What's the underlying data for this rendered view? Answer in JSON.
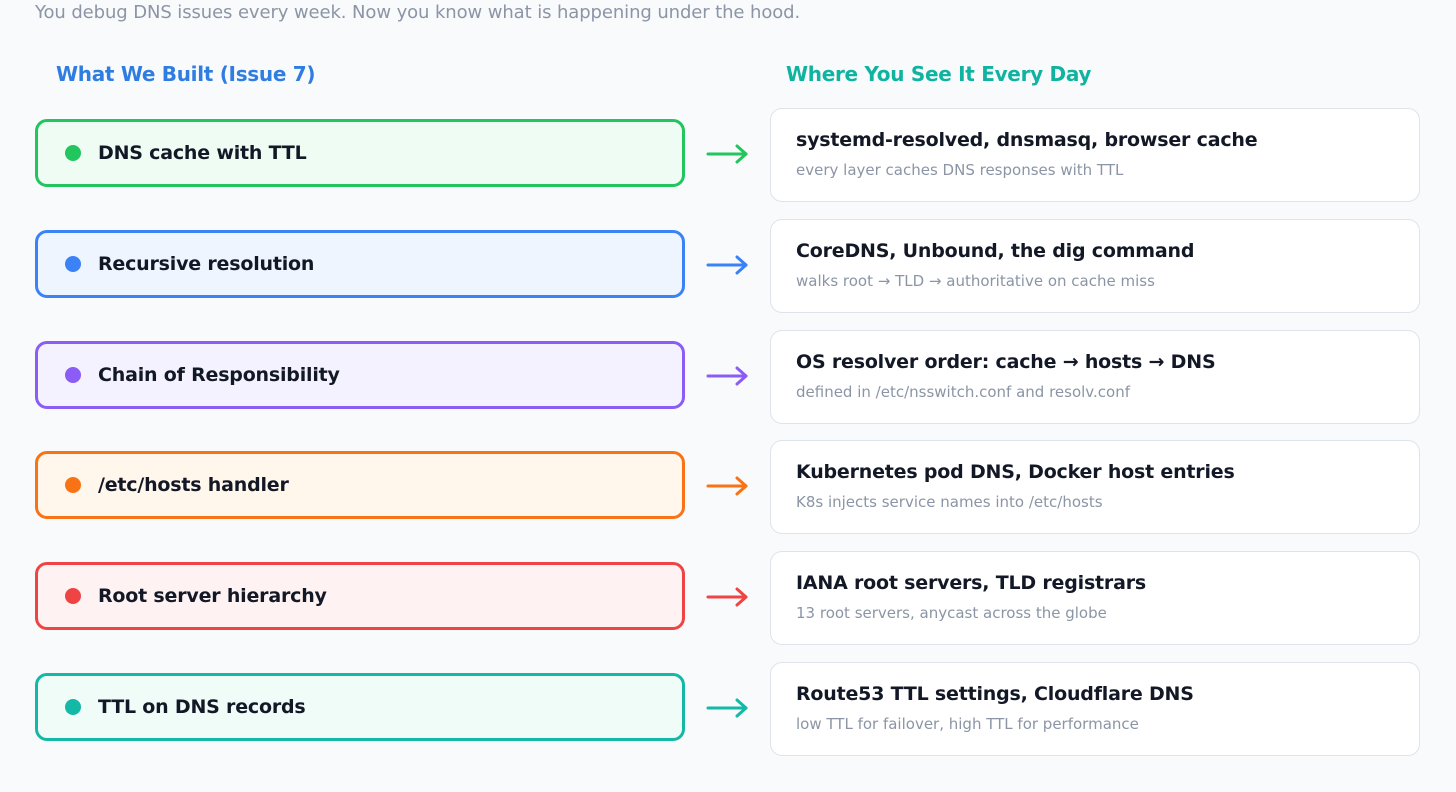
{
  "subtitle": "You debug DNS issues every week. Now you know what is happening under the hood.",
  "left_heading": "What We Built (Issue 7)",
  "right_heading": "Where You See It Every Day",
  "colors": {
    "left_heading": "#2f7de1",
    "right_heading": "#10b3a0"
  },
  "rows": [
    {
      "concept": "DNS cache with TTL",
      "color": "#22c55e",
      "fill": "#eefcf3",
      "usage_title": "systemd-resolved, dnsmasq, browser cache",
      "usage_desc": "every layer caches DNS responses with TTL"
    },
    {
      "concept": "Recursive resolution",
      "color": "#3b82f6",
      "fill": "#eef5ff",
      "usage_title": "CoreDNS, Unbound, the dig command",
      "usage_desc": "walks root → TLD → authoritative on cache miss"
    },
    {
      "concept": "Chain of Responsibility",
      "color": "#8b5cf6",
      "fill": "#f4f2fe",
      "usage_title": "OS resolver order: cache → hosts → DNS",
      "usage_desc": "defined in /etc/nsswitch.conf and resolv.conf"
    },
    {
      "concept": "/etc/hosts handler",
      "color": "#f97316",
      "fill": "#fff6ec",
      "usage_title": "Kubernetes pod DNS, Docker host entries",
      "usage_desc": "K8s injects service names into /etc/hosts"
    },
    {
      "concept": "Root server hierarchy",
      "color": "#ef4444",
      "fill": "#fef2f2",
      "usage_title": "IANA root servers, TLD registrars",
      "usage_desc": "13 root servers, anycast across the globe"
    },
    {
      "concept": "TTL on DNS records",
      "color": "#14b8a6",
      "fill": "#effcf8",
      "usage_title": "Route53 TTL settings, Cloudflare DNS",
      "usage_desc": "low TTL for failover, high TTL for performance"
    }
  ]
}
